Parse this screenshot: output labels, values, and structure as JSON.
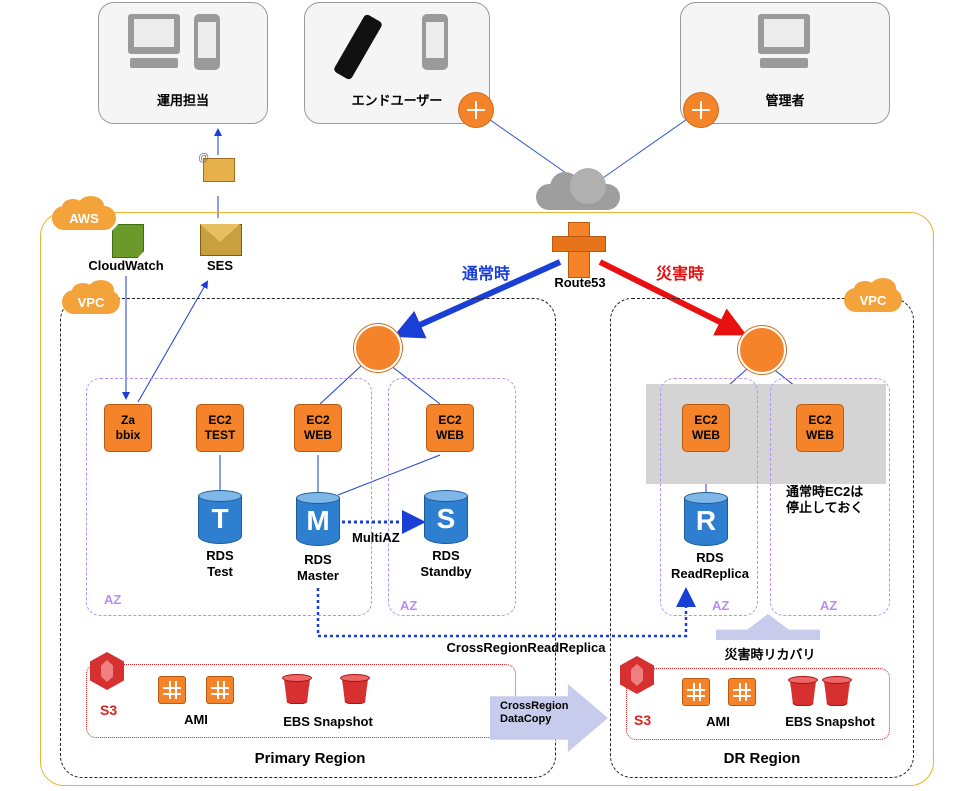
{
  "top": {
    "ops_label": "運用担当",
    "enduser_label": "エンドユーザー",
    "admin_label": "管理者"
  },
  "aws": {
    "tag": "AWS",
    "cloudwatch": "CloudWatch",
    "ses": "SES",
    "route53": "Route53",
    "normal_label": "通常時",
    "disaster_label": "災害時"
  },
  "primary": {
    "vpc_tag": "VPC",
    "zabbix": [
      "Za",
      "bbix"
    ],
    "ec2_test": [
      "EC2",
      "TEST"
    ],
    "ec2_web1": [
      "EC2",
      "WEB"
    ],
    "ec2_web2": [
      "EC2",
      "WEB"
    ],
    "rds_test_letter": "T",
    "rds_test_label": [
      "RDS",
      "Test"
    ],
    "rds_master_letter": "M",
    "rds_master_label": [
      "RDS",
      "Master"
    ],
    "rds_standby_letter": "S",
    "rds_standby_label": [
      "RDS",
      "Standby"
    ],
    "multiaz": "MultiAZ",
    "az1": "AZ",
    "az2": "AZ",
    "s3": "S3",
    "ami": "AMI",
    "ebs": "EBS Snapshot",
    "region": "Primary Region"
  },
  "cross": {
    "read_replica": "CrossRegionReadReplica",
    "datacopy": [
      "CrossRegion",
      "DataCopy"
    ],
    "recovery": "災害時リカバリ"
  },
  "dr": {
    "vpc_tag": "VPC",
    "ec2_web1": [
      "EC2",
      "WEB"
    ],
    "ec2_web2": [
      "EC2",
      "WEB"
    ],
    "stopped_note": [
      "通常時EC2は",
      "停止しておく"
    ],
    "rds_letter": "R",
    "rds_label": [
      "RDS",
      "ReadReplica"
    ],
    "az1": "AZ",
    "az2": "AZ",
    "s3": "S3",
    "ami": "AMI",
    "ebs": "EBS Snapshot",
    "region": "DR Region"
  },
  "colors": {
    "normal": "#1a3fd6",
    "disaster": "#e81010",
    "aws_border": "#f0b030",
    "az": "#b68ff0"
  }
}
